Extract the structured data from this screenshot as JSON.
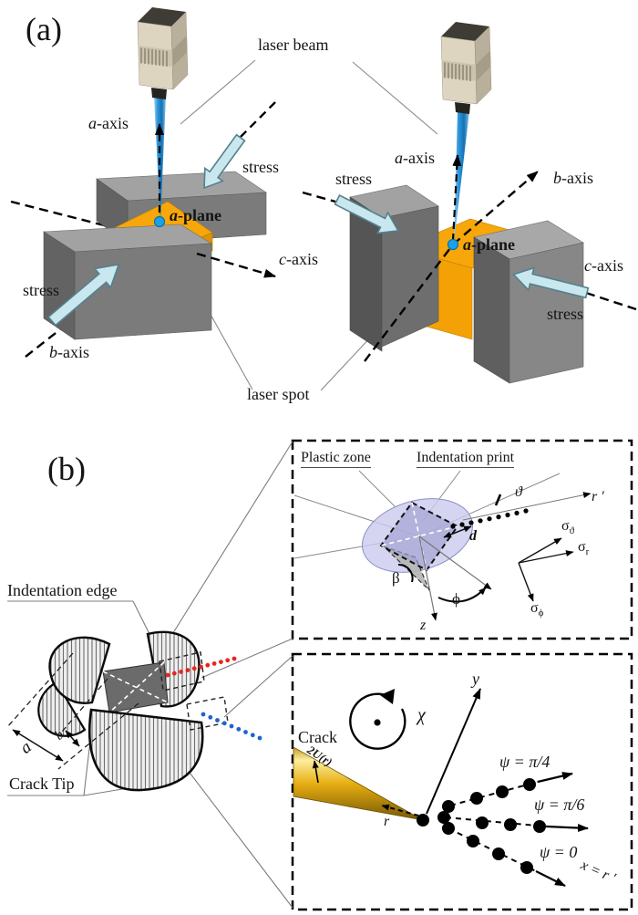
{
  "panel_a": {
    "label": "(a)",
    "laser_beam": "laser beam",
    "laser_spot": "laser spot",
    "left": {
      "a_axis": {
        "v": "a",
        "t": "-axis"
      },
      "a_plane": {
        "v": "a",
        "t": "-plane"
      },
      "b_axis": {
        "v": "b",
        "t": "-axis"
      },
      "c_axis": {
        "v": "c",
        "t": "-axis"
      },
      "stress_upper": "stress",
      "stress_lower": "stress"
    },
    "right": {
      "a_axis": {
        "v": "a",
        "t": "-axis"
      },
      "a_plane": {
        "v": "a",
        "t": "-plane"
      },
      "b_axis": {
        "v": "b",
        "t": "-axis"
      },
      "c_axis": {
        "v": "c",
        "t": "-axis"
      },
      "stress_left": "stress",
      "stress_right": "stress"
    }
  },
  "panel_b": {
    "label": "(b)",
    "indentation_edge": "Indentation edge",
    "crack_tip": "Crack Tip",
    "dim_a": "a",
    "dim_b": "b",
    "inset_top": {
      "plastic_zone": "Plastic zone",
      "indentation_print": "Indentation print",
      "theta": "ϑ",
      "r_prime": "r ′",
      "d": "d",
      "beta": "β",
      "phi": "ϕ",
      "z": "z",
      "sigma": "σ",
      "sub_theta": "ϑ",
      "sub_r": "r",
      "sub_phi": "ϕ"
    },
    "inset_bottom": {
      "crack": "Crack",
      "two_u": "2U(r)",
      "chi": "χ",
      "y": "y",
      "r": "r",
      "psi_pi4": "ψ = π/4",
      "psi_pi6": "ψ = π/6",
      "psi_0": "ψ = 0",
      "x_eq": "x = r ′"
    }
  },
  "colors": {
    "sample_orange": "#f7a70a",
    "stress_arrow": "#c8e7ee",
    "beam_blue": "#2f96da",
    "laser_spot_blue": "#18a3e8",
    "red_dots": "#e8251d",
    "blue_dots": "#1f63cf",
    "plastic_zone_lavender": "#cbcbef",
    "crack_gold": "#e7ae12"
  }
}
